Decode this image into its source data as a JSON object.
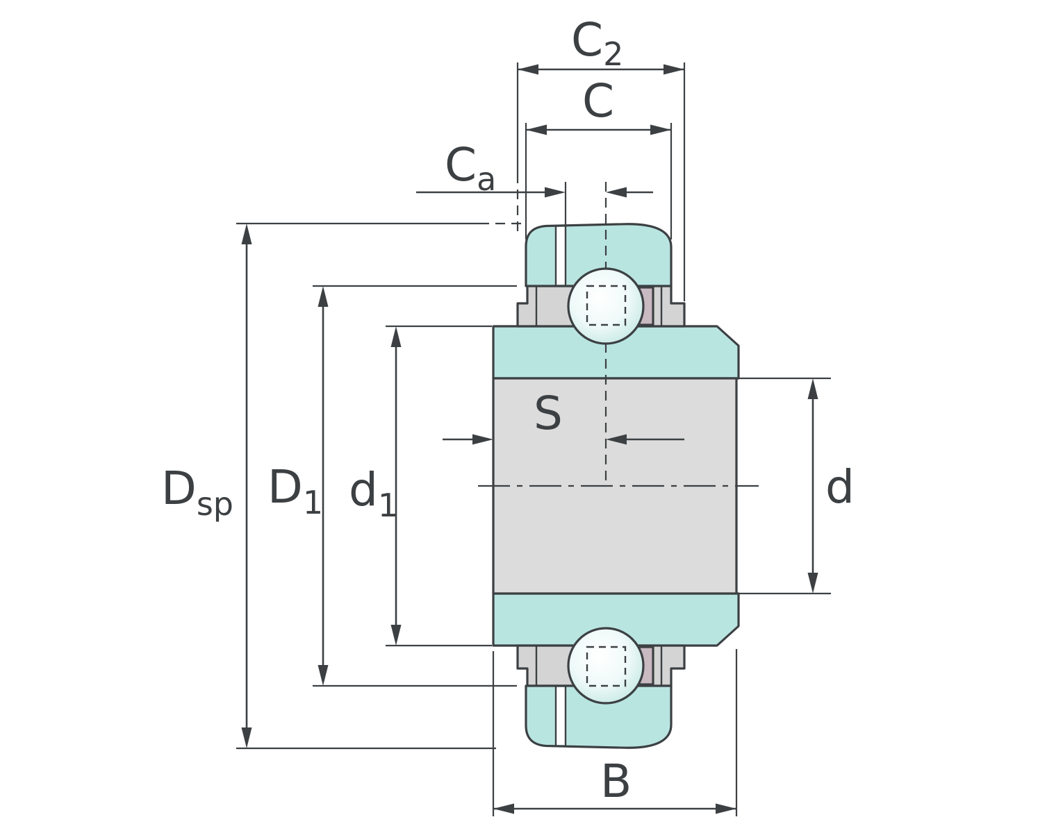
{
  "diagram": {
    "type": "technical-drawing",
    "subject": "Radial insert ball bearing cross-section with dimension annotations",
    "dimension_labels": [
      "C2",
      "C",
      "Ca",
      "S",
      "Dsp",
      "D1",
      "d1",
      "d",
      "B"
    ]
  },
  "colors": {
    "ring_teal": "#b9e5e1",
    "shaft_gray": "#dcdcdc",
    "part_gray": "#d4d4d4",
    "seal_pink": "#c9b9c1",
    "ball_tint": "#c6e9e5",
    "line_dark": "#3c4043",
    "background": "#ffffff"
  },
  "labels": {
    "c2": {
      "main": "C",
      "sub": "2"
    },
    "c": {
      "main": "C"
    },
    "ca": {
      "main": "C",
      "sub": "a"
    },
    "s": {
      "main": "S"
    },
    "dsp": {
      "main": "D",
      "sub": "sp"
    },
    "d1_outer": {
      "main": "D",
      "sub": "1"
    },
    "d1_inner": {
      "main": "d",
      "sub": "1"
    },
    "d": {
      "main": "d"
    },
    "b": {
      "main": "B"
    }
  }
}
